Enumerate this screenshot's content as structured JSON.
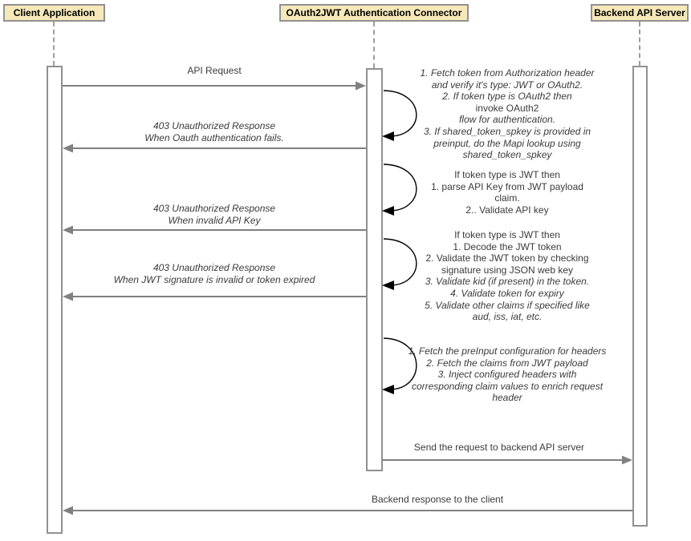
{
  "diagram": {
    "title": "OAuth2JWT Authentication sequence diagram",
    "colors": {
      "participant_fill": "#F6E8B9",
      "participant_border": "#919191",
      "arrow": "#808080",
      "lifeline": "#9e9e9e",
      "loop": "#000000"
    },
    "participants": [
      {
        "id": "client",
        "label": "Client Application"
      },
      {
        "id": "connector",
        "label": "OAuth2JWT Authentication Connector"
      },
      {
        "id": "backend",
        "label": "Backend API Server"
      }
    ],
    "messages": {
      "api_request": {
        "label": "API Request"
      },
      "resp_oauth_fail": {
        "label": "403 Unauthorized Response\nWhen Oauth authentication fails."
      },
      "resp_invalid_key": {
        "label": "403 Unauthorized Response\nWhen invalid API Key"
      },
      "resp_jwt_invalid": {
        "label": "403 Unauthorized Response\nWhen JWT signature is invalid or token expired"
      },
      "send_backend": {
        "label": "Send the request to backend API server"
      },
      "backend_response": {
        "label": "Backend response to the client"
      }
    },
    "notes": [
      {
        "lines": [
          {
            "t": "1. Fetch token from Authorization header",
            "i": true
          },
          {
            "t": "and verify it's type: JWT or OAuth2.",
            "i": true
          },
          {
            "t": "2. If token type is OAuth2 then",
            "i": true
          },
          {
            "t": "invoke OAuth2",
            "i": false
          },
          {
            "t": "flow for authentication.",
            "i": true
          },
          {
            "t": "3. If shared_token_spkey is provided in",
            "i": true
          },
          {
            "t": "preinput, do the Mapi lookup using",
            "i": true
          },
          {
            "t": "shared_token_spkey",
            "i": true
          }
        ]
      },
      {
        "lines": [
          {
            "t": "If token type is JWT then",
            "i": false
          },
          {
            "t": "1. parse API Key from JWT payload",
            "i": false
          },
          {
            "t": "claim.",
            "i": false
          },
          {
            "t": "2.. Validate API key",
            "i": false
          }
        ]
      },
      {
        "lines": [
          {
            "t": "If token type is JWT then",
            "i": false
          },
          {
            "t": "1. Decode the JWT token",
            "i": false
          },
          {
            "t": "2. Validate the JWT token by checking",
            "i": false
          },
          {
            "t": "signature using JSON web key",
            "i": false
          },
          {
            "t": "3. Validate kid (if present) in the token.",
            "i": true
          },
          {
            "t": "4. Validate token for expiry",
            "i": true
          },
          {
            "t": "5. Validate other claims if specified like",
            "i": true
          },
          {
            "t": "aud, iss, iat, etc.",
            "i": true
          }
        ]
      },
      {
        "lines": [
          {
            "t": "1. Fetch the preInput configuration for headers",
            "i": true
          },
          {
            "t": "2. Fetch the claims from JWT payload",
            "i": true
          },
          {
            "t": "3. Inject configured headers with",
            "i": true
          },
          {
            "t": "corresponding claim values to enrich request",
            "i": true
          },
          {
            "t": "header",
            "i": true
          }
        ]
      }
    ]
  }
}
